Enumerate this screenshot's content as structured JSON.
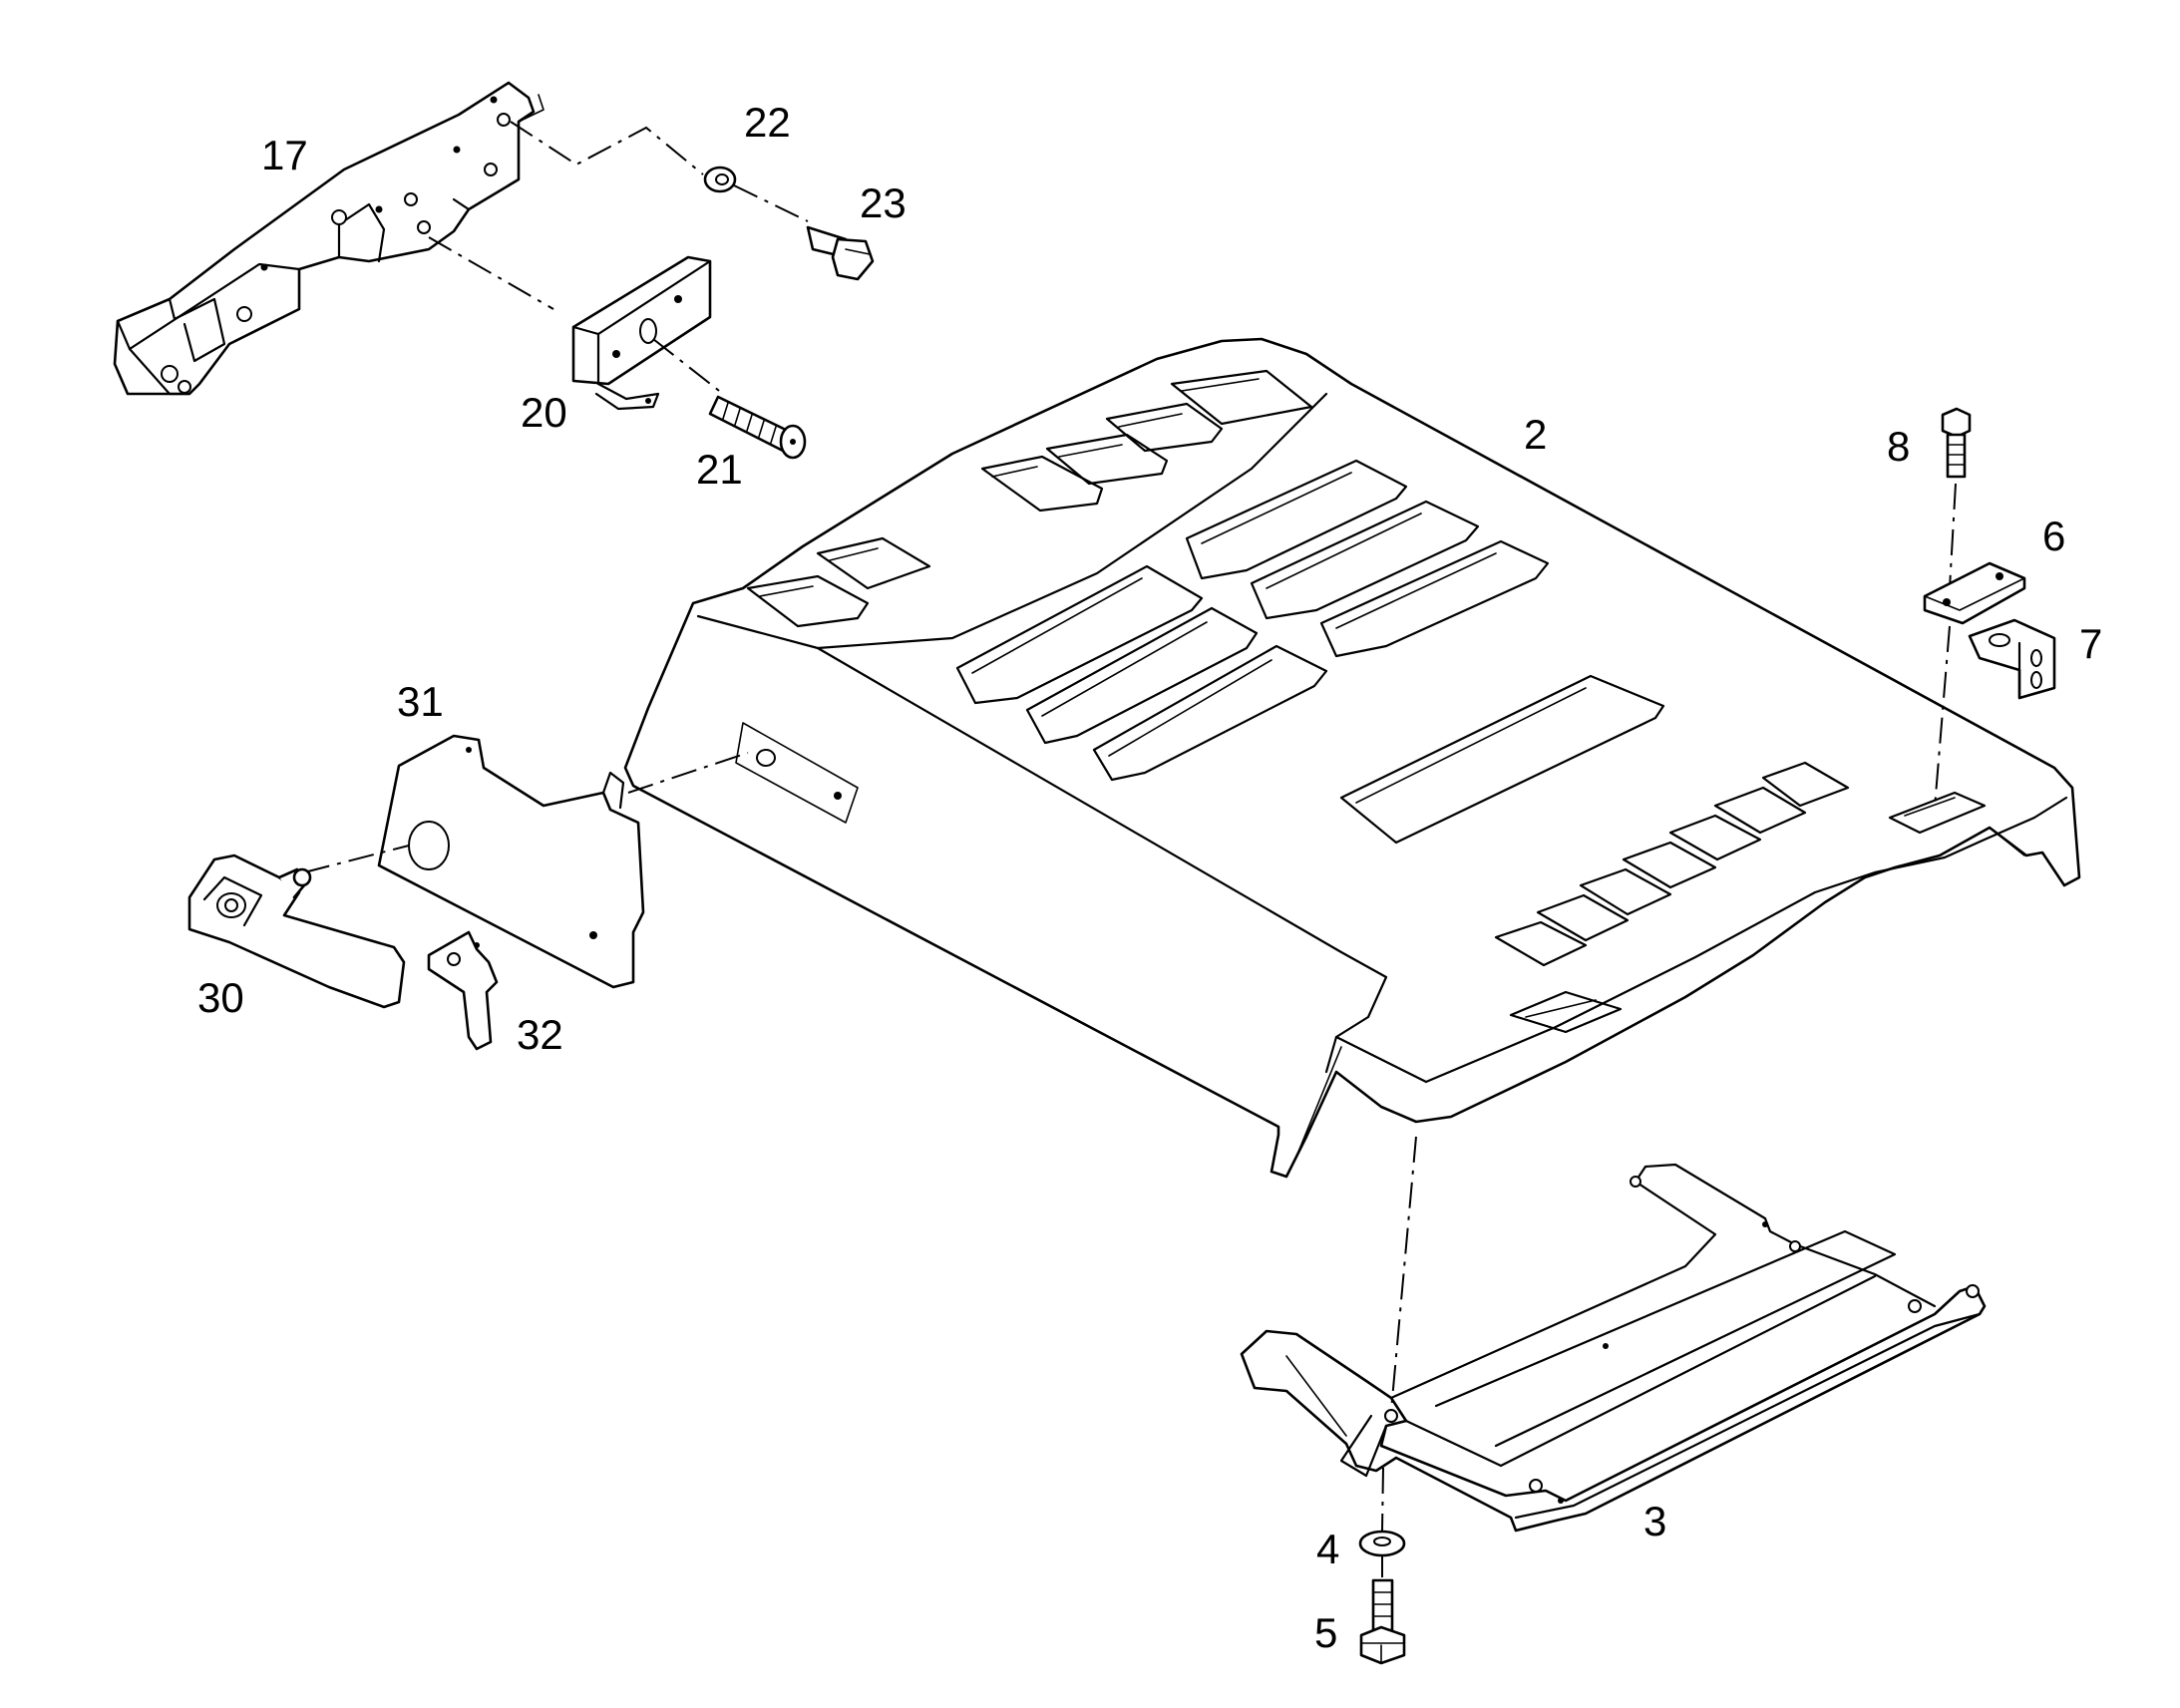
{
  "diagram": {
    "callouts": [
      {
        "id": "p17",
        "label": "17"
      },
      {
        "id": "p22",
        "label": "22"
      },
      {
        "id": "p23",
        "label": "23"
      },
      {
        "id": "p20",
        "label": "20"
      },
      {
        "id": "p21",
        "label": "21"
      },
      {
        "id": "p2",
        "label": "2"
      },
      {
        "id": "p8",
        "label": "8"
      },
      {
        "id": "p6",
        "label": "6"
      },
      {
        "id": "p7",
        "label": "7"
      },
      {
        "id": "p31",
        "label": "31"
      },
      {
        "id": "p30",
        "label": "30"
      },
      {
        "id": "p32",
        "label": "32"
      },
      {
        "id": "p3",
        "label": "3"
      },
      {
        "id": "p4",
        "label": "4"
      },
      {
        "id": "p5",
        "label": "5"
      }
    ]
  }
}
